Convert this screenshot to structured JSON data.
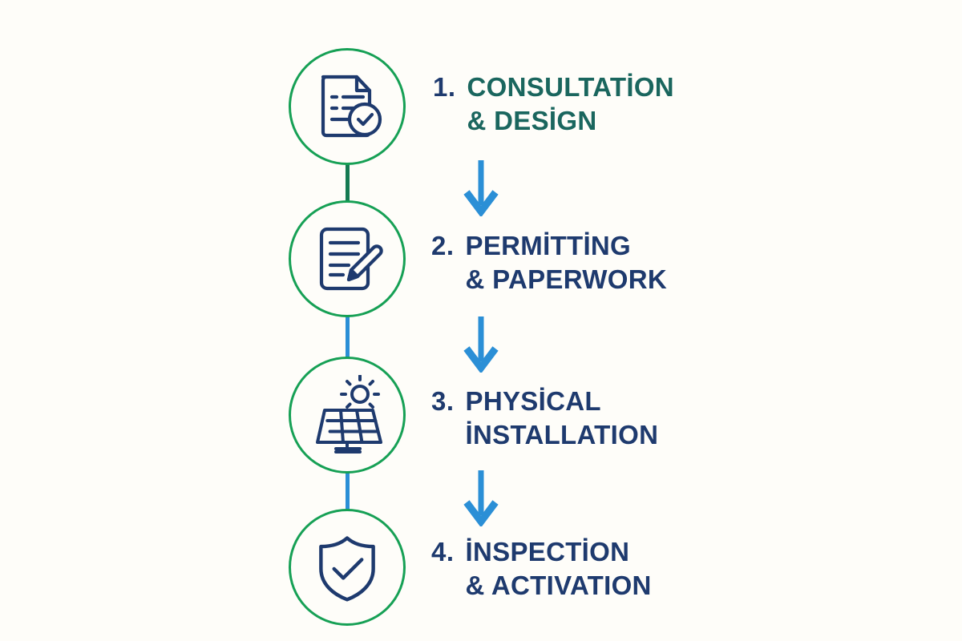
{
  "page": {
    "title": "Solar Installation Process Flow",
    "background_color": "#FEFDF9"
  },
  "theme": {
    "circle_ring_color": "#16A055",
    "icon_color": "#1E3A6E",
    "arrow_color": "#2B8FD6",
    "connector_blue": "#2B8FD6",
    "connector_green": "#157A52",
    "text_teal": "#1A665E",
    "text_navy": "#1E3A6E"
  },
  "steps": [
    {
      "number": "1.",
      "line1": "CONSULTATİON",
      "line2": "& DESİGN",
      "icon": "document-checkmark-icon",
      "text_color": "#1A665E"
    },
    {
      "number": "2.",
      "line1": "PERMİTTİNG",
      "line2": "& PAPERWORK",
      "icon": "document-pen-icon",
      "text_color": "#1E3A6E"
    },
    {
      "number": "3.",
      "line1": "PHYSİCAL",
      "line2": "İNSTALLATION",
      "icon": "solar-panel-sun-icon",
      "text_color": "#1E3A6E"
    },
    {
      "number": "4.",
      "line1": "İNSPECTİON",
      "line2": "& ACTIVATION",
      "icon": "shield-check-icon",
      "text_color": "#1E3A6E"
    }
  ],
  "connectors": [
    {
      "from": "1",
      "to": "2",
      "color": "#157A52"
    },
    {
      "from": "2",
      "to": "3",
      "color": "#2B8FD6"
    },
    {
      "from": "3",
      "to": "4",
      "color": "#2B8FD6"
    }
  ],
  "arrows": [
    {
      "from": "1",
      "to": "2",
      "direction": "down",
      "color": "#2B8FD6"
    },
    {
      "from": "2",
      "to": "3",
      "direction": "down",
      "color": "#2B8FD6"
    },
    {
      "from": "3",
      "to": "4",
      "direction": "down",
      "color": "#2B8FD6"
    }
  ]
}
